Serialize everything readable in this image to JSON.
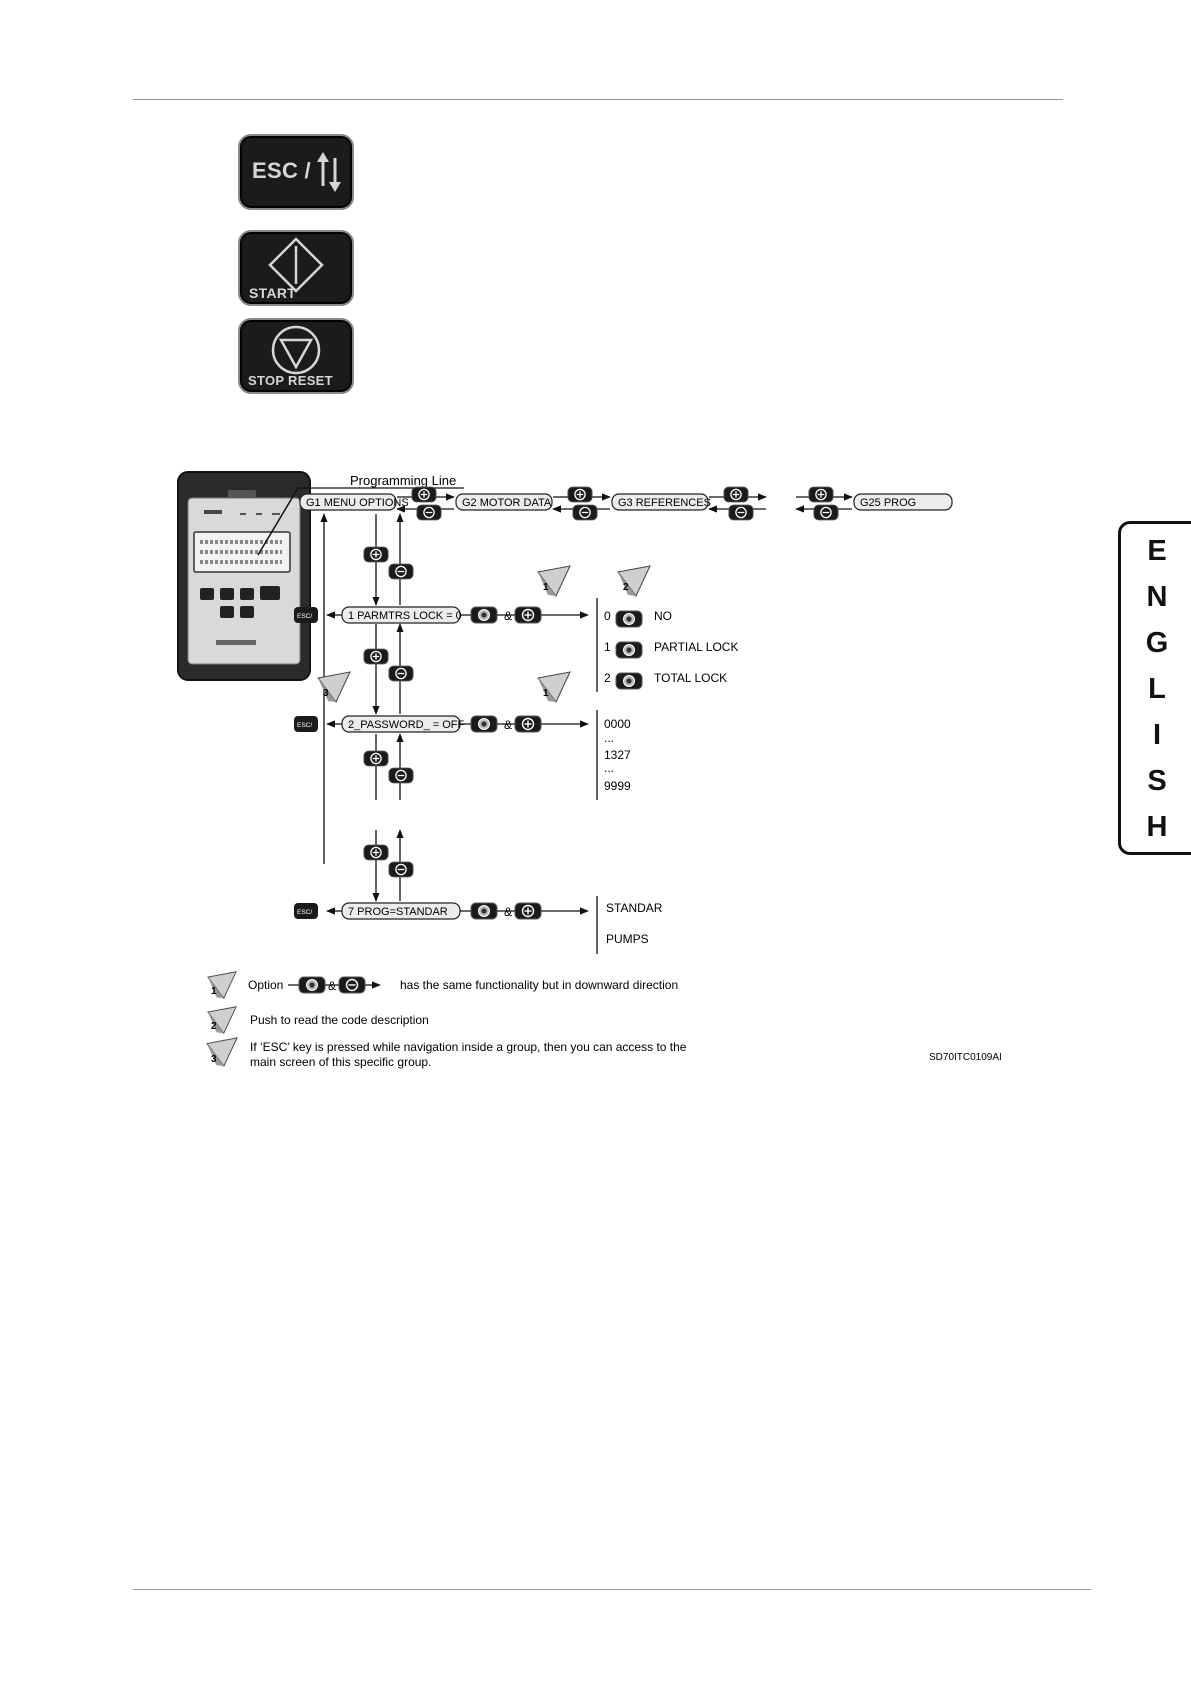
{
  "keys": {
    "esc_label": "ESC /",
    "start_label": "START",
    "stop_label": "STOP RESET"
  },
  "diagram": {
    "programming_line": "Programming Line",
    "groups": [
      "G1 MENU OPTIONS",
      "G2 MOTOR DATA",
      "G3 REFERENCES",
      "G25 PROG"
    ],
    "params": [
      "1 PARMTRS LOCK = 0",
      "2_PASSWORD_ = OFF",
      "7 PROG=STANDAR"
    ],
    "esc_key": "ESC/",
    "amp": "&",
    "lock_options": [
      {
        "num": "0",
        "text": "NO"
      },
      {
        "num": "1",
        "text": "PARTIAL LOCK"
      },
      {
        "num": "2",
        "text": "TOTAL LOCK"
      }
    ],
    "password_values": [
      "0000",
      "...",
      "1327",
      "...",
      "9999"
    ],
    "prog_values": [
      "STANDAR",
      "PUMPS"
    ],
    "note_numbers": [
      "1",
      "2",
      "3"
    ],
    "notes": {
      "n1_option": "Option",
      "n1_text": "has the same functionality but in downward direction",
      "n2": "Push to read the code description",
      "n3_line1": "If ‘ESC’ key is pressed while navigation inside a group, then you can access to the",
      "n3_line2": "main screen of this specific group."
    },
    "figure_code": "SD70ITC0109AI"
  },
  "language_tab": [
    "E",
    "N",
    "G",
    "L",
    "I",
    "S",
    "H"
  ],
  "colors": {
    "key_fill": "#1b1b1b",
    "rule": "#9a9a9a",
    "box_fill": "#ececec"
  }
}
